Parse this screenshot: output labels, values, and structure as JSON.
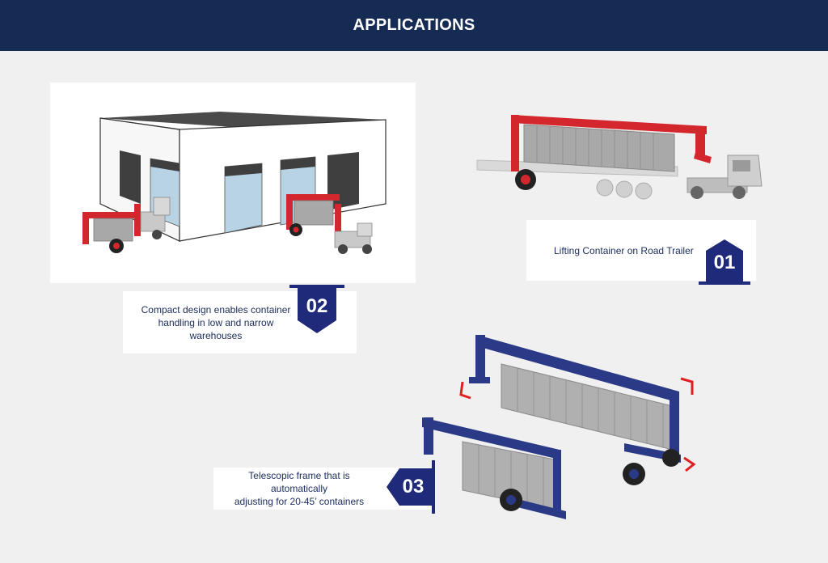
{
  "header": {
    "title": "APPLICATIONS"
  },
  "applications": [
    {
      "number": "01",
      "caption_lines": [
        "Lifting Container on Road Trailer"
      ]
    },
    {
      "number": "02",
      "caption_lines": [
        "Compact design enables container",
        "handling in low and narrow warehouses"
      ]
    },
    {
      "number": "03",
      "caption_lines": [
        "Telescopic frame that is automatically",
        "adjusting for 20-45’ containers"
      ]
    }
  ],
  "colors": {
    "header_bg": "#152b54",
    "badge": "#1f2b7a",
    "carrier_red": "#d3262d",
    "carrier_blue": "#2b3a86",
    "arrow_red": "#e02020"
  }
}
